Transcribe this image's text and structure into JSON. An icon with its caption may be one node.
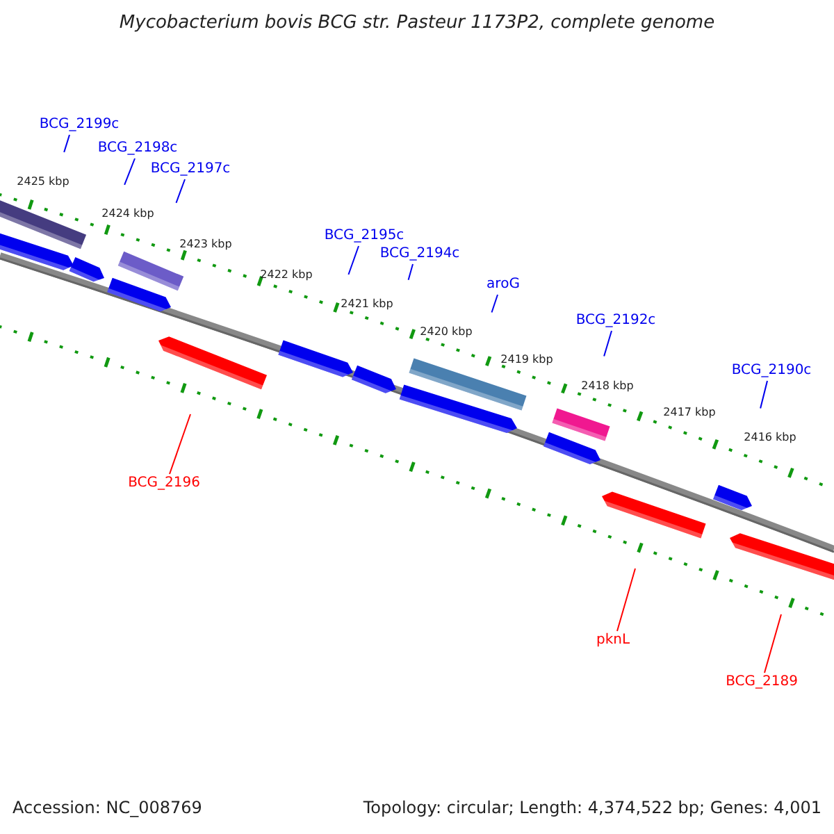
{
  "diagram": {
    "title": "Mycobacterium bovis BCG str. Pasteur 1173P2, complete genome",
    "nodes": [
      {
        "text": [
          "BCG_2199c"
        ]
      },
      {
        "text": [
          "BCG_2198c"
        ]
      },
      {
        "text": [
          "BCG_2197c"
        ]
      },
      {
        "text": [
          "BCG_2195c"
        ]
      },
      {
        "text": [
          "BCG_2194c"
        ]
      },
      {
        "text": [
          "aroG"
        ]
      },
      {
        "text": [
          "BCG_2192c"
        ]
      },
      {
        "text": [
          "BCG_2190c"
        ]
      },
      {
        "text": [
          "BCG_2196"
        ]
      },
      {
        "text": [
          "pknL"
        ]
      },
      {
        "text": [
          "BCG_2189"
        ]
      }
    ],
    "edges": [
      {
        "from": 0,
        "to": null,
        "arrow": "none"
      },
      {
        "from": 1,
        "to": null,
        "arrow": "none"
      },
      {
        "from": 2,
        "to": null,
        "arrow": "none"
      },
      {
        "from": 3,
        "to": null,
        "arrow": "none"
      },
      {
        "from": 4,
        "to": null,
        "arrow": "none"
      },
      {
        "from": 5,
        "to": null,
        "arrow": "none"
      },
      {
        "from": 6,
        "to": null,
        "arrow": "none"
      },
      {
        "from": 7,
        "to": null,
        "arrow": "none"
      },
      {
        "from": 8,
        "to": null,
        "arrow": "none",
        "color": "#ff0000"
      },
      {
        "from": 9,
        "to": null,
        "arrow": "none",
        "color": "#ff0000"
      },
      {
        "from": 10,
        "to": null,
        "arrow": "none",
        "color": "#ff0000"
      }
    ],
    "labels": [
      "2425 kbp",
      "2424 kbp",
      "2423 kbp",
      "2422 kbp",
      "2421 kbp",
      "2420 kbp",
      "2419 kbp",
      "2418 kbp",
      "2417 kbp",
      "2416 kbp",
      "Accession: NC_008769",
      "Topology: circular; Length: 4,374,522 bp; Genes: 4,001"
    ]
  }
}
